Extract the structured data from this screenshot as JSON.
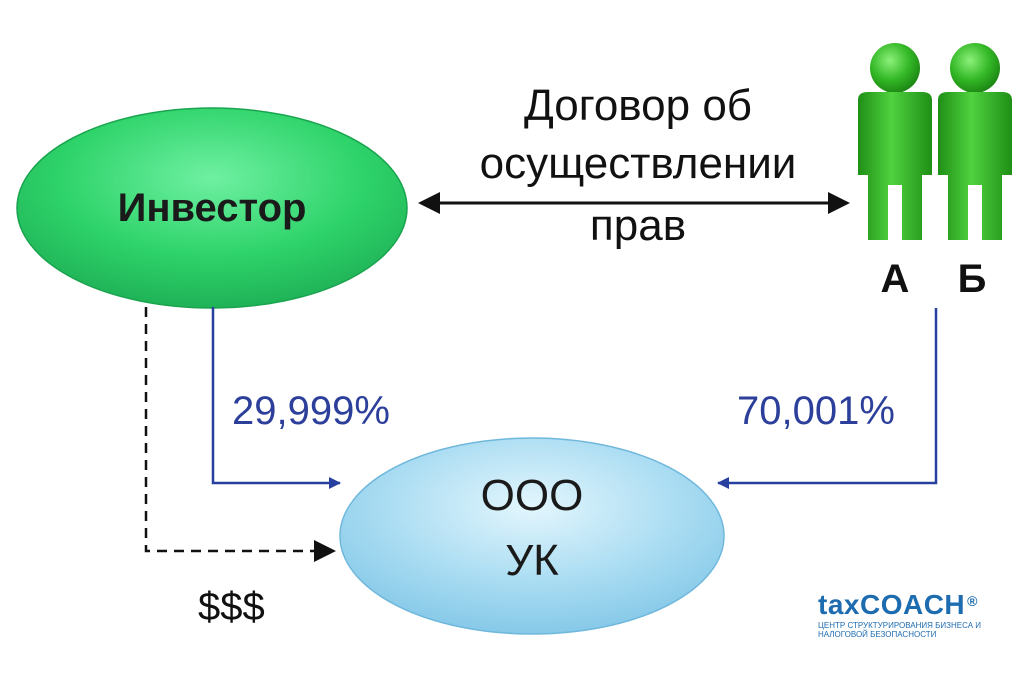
{
  "investor": {
    "label": "Инвестор"
  },
  "contract": {
    "lines": [
      "Договор об",
      "осуществлении",
      "прав"
    ]
  },
  "persons": [
    {
      "label": "А"
    },
    {
      "label": "Б"
    }
  ],
  "company": {
    "lines": [
      "ООО",
      "УК"
    ]
  },
  "shares": {
    "investor": "29,999%",
    "persons": "70,001%"
  },
  "payment": {
    "label": "$$$"
  },
  "logo": {
    "brand_prefix": "tax",
    "brand_main": "COACH",
    "registered": "®",
    "tagline_1": "ЦЕНТР СТРУКТУРИРОВАНИЯ БИЗНЕСА И",
    "tagline_2": "НАЛОГОВОЙ БЕЗОПАСНОСТИ"
  },
  "colors": {
    "investor_fill": "#2ed36a",
    "company_fill": "#a9dcf2",
    "person_fill": "#28a81e",
    "share_line": "#2740a0",
    "share_text": "#2c3f9a",
    "text": "#1a1a1a"
  }
}
